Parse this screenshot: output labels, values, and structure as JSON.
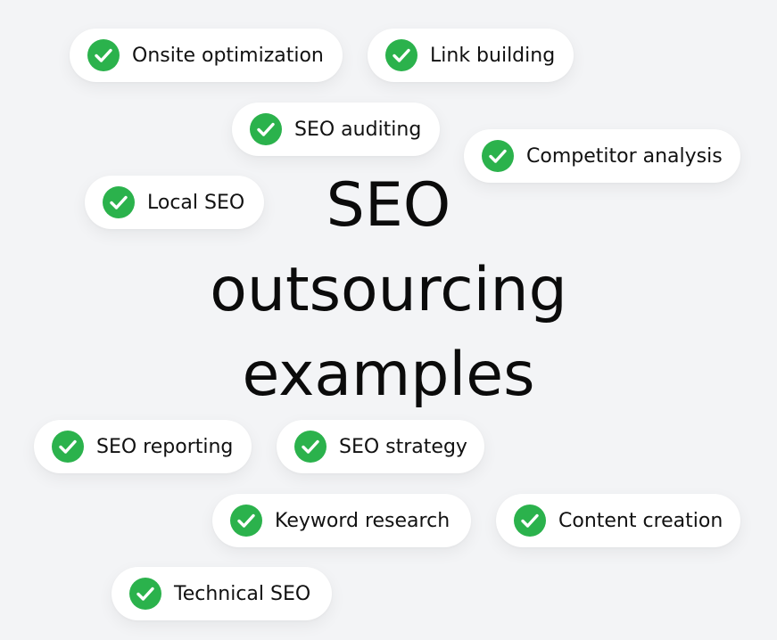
{
  "title": {
    "line1": "SEO",
    "line2": "outsourcing",
    "line3": "examples"
  },
  "check_icon": "check-circle-icon",
  "check_color": "#2bb24c",
  "tags": [
    "Onsite optimization",
    "Link building",
    "SEO auditing",
    "Competitor analysis",
    "Local SEO",
    "SEO reporting",
    "SEO strategy",
    "Keyword research",
    "Content creation",
    "Technical SEO"
  ]
}
